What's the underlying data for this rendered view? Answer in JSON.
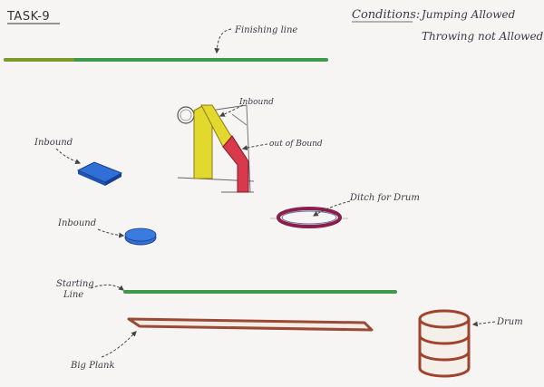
{
  "title": "TASK-9",
  "conditions": {
    "heading": "Conditions:",
    "line1": "Jumping Allowed",
    "line2": "Throwing not Allowed"
  },
  "labels": {
    "finishing_line": "Finishing line",
    "inbound_top": "Inbound",
    "out_of_bound": "out of Bound",
    "inbound_left": "Inbound",
    "inbound_disc": "Inbound",
    "ditch_for_drum": "Ditch for Drum",
    "starting_line": [
      "Starting",
      "Line"
    ],
    "big_plank": "Big Plank",
    "drum": "Drum"
  },
  "colors": {
    "line_green": "#3e9a4a",
    "yellow": "#e3d92e",
    "red": "#d83a4c",
    "blue": "#2f6fd6",
    "plank": "#9a4a34",
    "drum": "#a0432d",
    "ditch": "#8a1f4a"
  }
}
